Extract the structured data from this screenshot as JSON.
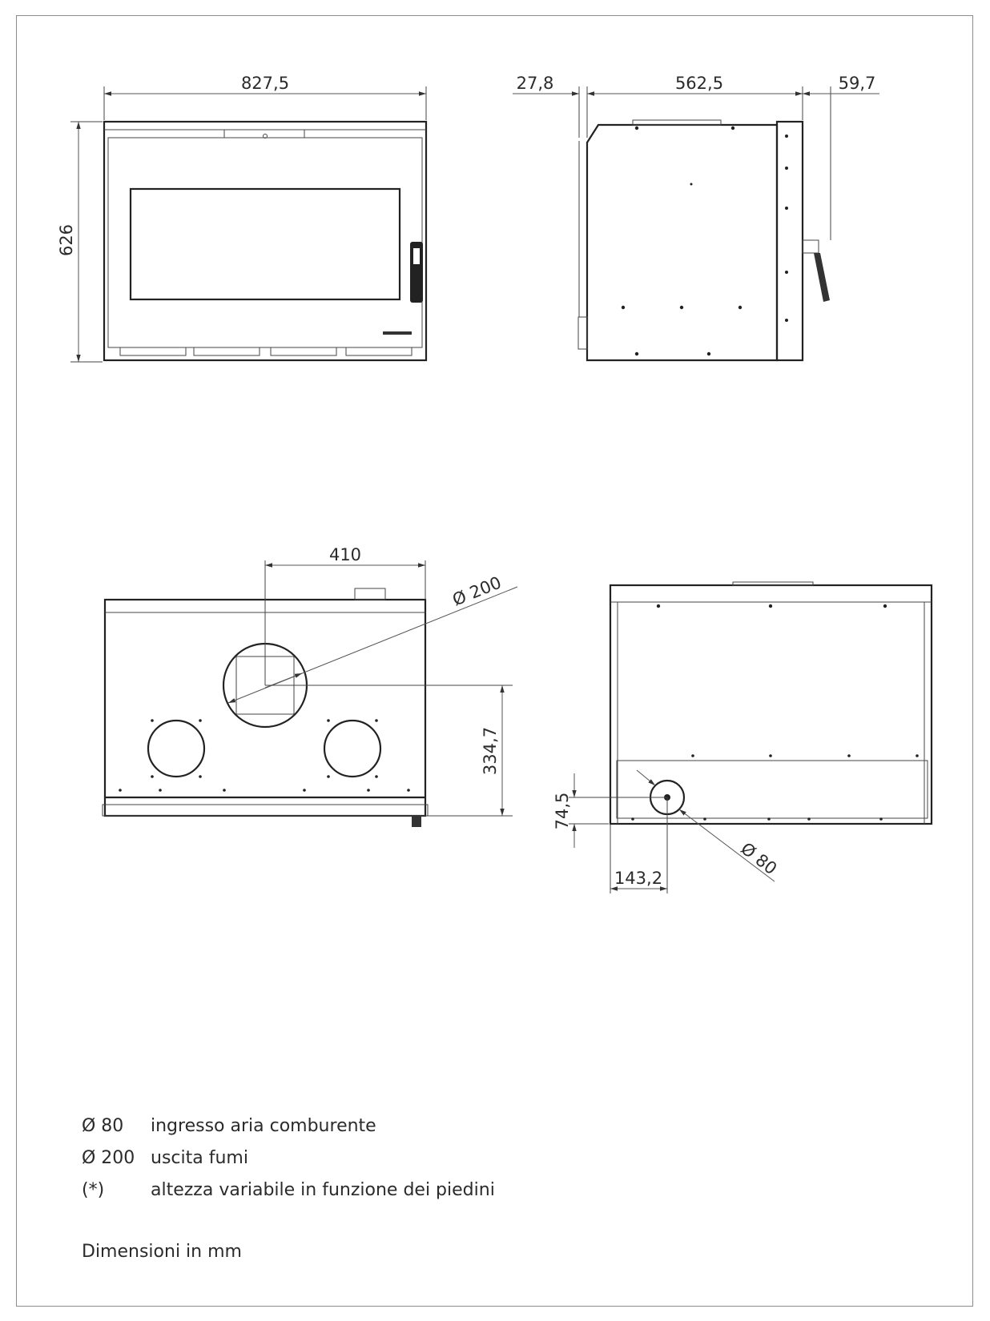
{
  "views": {
    "front": {
      "width_label": "827,5",
      "height_label": "626"
    },
    "side": {
      "depth_offset_label": "27,8",
      "depth_label": "562,5",
      "handle_label": "59,7"
    },
    "top": {
      "flue_offset_label": "410",
      "flue_diameter_label": "Ø 200",
      "flue_depth_label": "334,7"
    },
    "rear": {
      "air_height_label": "74,5",
      "air_offset_label": "143,2",
      "air_diameter_label": "Ø 80"
    }
  },
  "legend": [
    {
      "symbol": "Ø 80",
      "text": "ingresso aria comburente"
    },
    {
      "symbol": "Ø 200",
      "text": "uscita fumi"
    },
    {
      "symbol": "(*)",
      "text": "altezza variabile in funzione dei piedini"
    }
  ],
  "unit_note": "Dimensioni in mm"
}
